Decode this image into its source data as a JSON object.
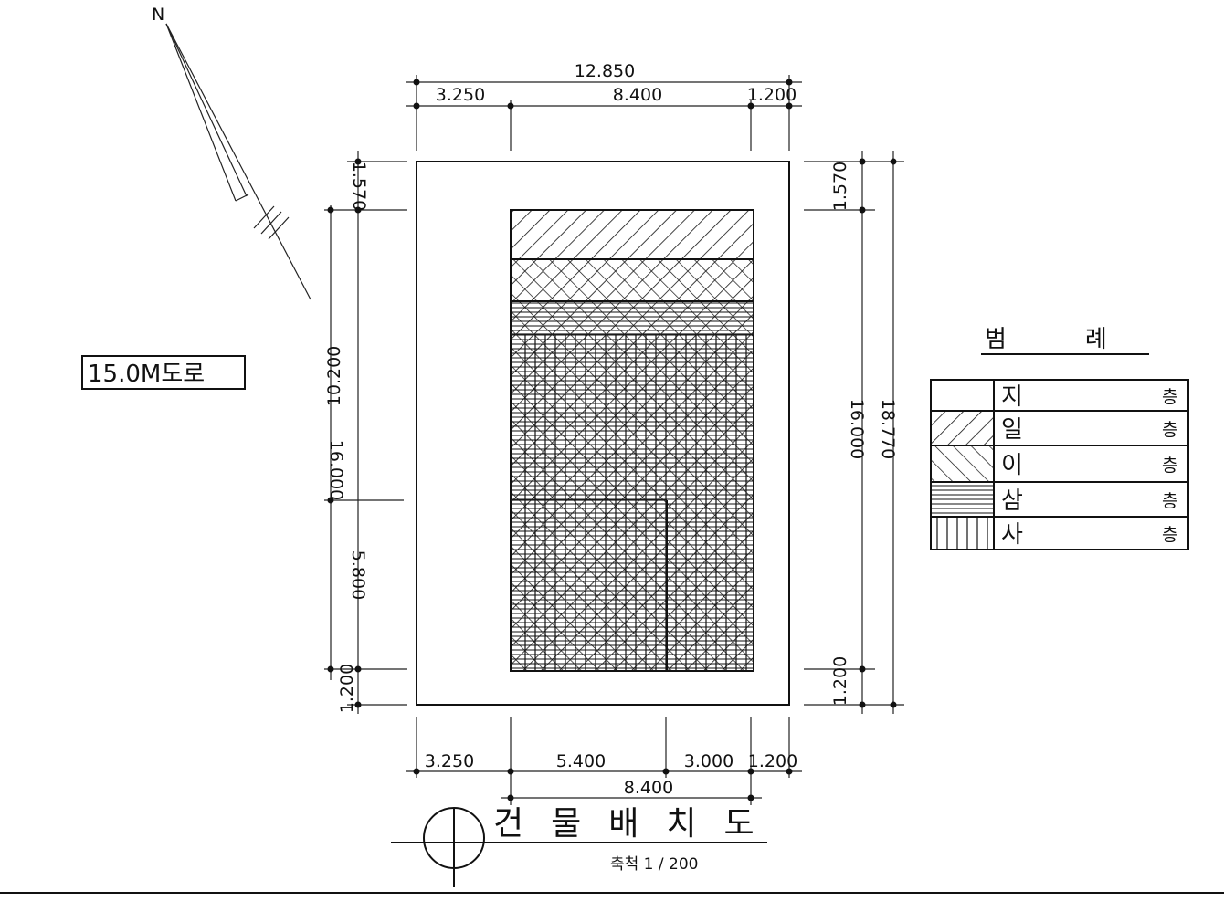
{
  "north_label": "N",
  "road_label": "15.0M도로",
  "dims_top": {
    "total": "12.850",
    "left": "3.250",
    "mid": "8.400",
    "right": "1.200"
  },
  "dims_bottom": {
    "a": "3.250",
    "b": "5.400",
    "c": "3.000",
    "d": "1.200",
    "span": "8.400"
  },
  "dims_left": {
    "top": "1.570",
    "upper": "10.200",
    "total": "16.000",
    "lower": "5.800",
    "bottom": "1.200"
  },
  "dims_right": {
    "top": "1.570",
    "mid": "16.000",
    "total": "18.770",
    "bottom": "1.200"
  },
  "legend": {
    "title": "범례",
    "rows": [
      {
        "name": "지",
        "suffix": "층"
      },
      {
        "name": "일",
        "suffix": "층"
      },
      {
        "name": "이",
        "suffix": "층"
      },
      {
        "name": "삼",
        "suffix": "층"
      },
      {
        "name": "사",
        "suffix": "층"
      }
    ]
  },
  "title": "건물배치도",
  "scale": "축척 1 / 200"
}
